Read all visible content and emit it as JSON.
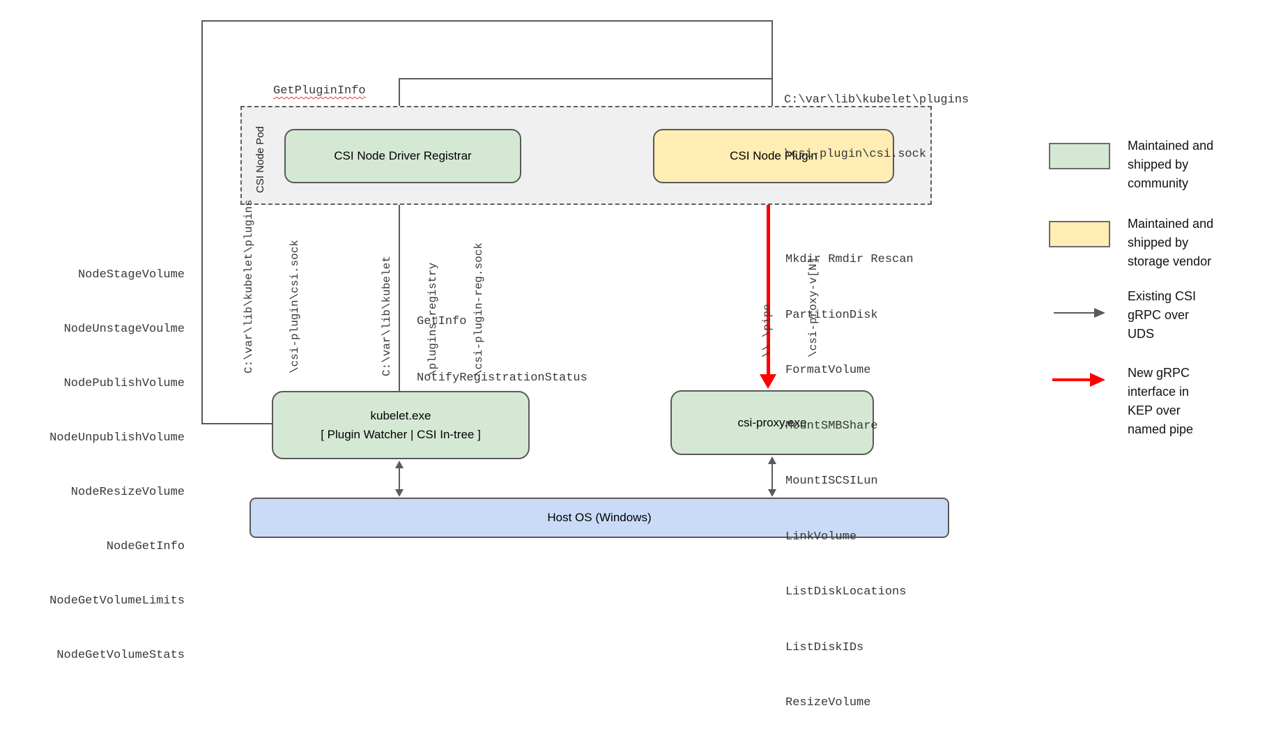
{
  "nodes": {
    "pod_label": "CSI Node Pod",
    "registrar": "CSI Node Driver Registrar",
    "plugin": "CSI Node Plugin",
    "kubelet_line1": "kubelet.exe",
    "kubelet_line2": "[ Plugin Watcher | CSI In-tree ]",
    "csi_proxy": "csi-proxy.exe",
    "host_os": "Host OS (Windows)"
  },
  "edge_labels": {
    "get_plugin_info": "GetPluginInfo",
    "plugin_socket": [
      "C:\\var\\lib\\kubelet\\plugins",
      "\\csi-plugin\\csi.sock"
    ],
    "kubelet_socket_vertical": [
      "C:\\var\\lib\\kubelet\\plugins",
      "\\csi-plugin\\csi.sock"
    ],
    "registration_socket_vertical": [
      "C:\\var\\lib\\kubelet",
      "\\plugins_registry",
      "\\csi-plugin-reg.sock"
    ],
    "named_pipe_vertical": [
      "\\\\.\\pipe",
      "\\csi-proxy-v[N]"
    ],
    "registration_calls": [
      "GetInfo",
      "NotifyRegistrationStatus"
    ],
    "csi_node_calls": [
      "NodeStageVolume",
      "NodeUnstageVoulme",
      "NodePublishVolume",
      "NodeUnpublishVolume",
      "NodeResizeVolume",
      "NodeGetInfo",
      "NodeGetVolumeLimits",
      "NodeGetVolumeStats"
    ],
    "proxy_calls": [
      "Mkdir Rmdir Rescan",
      "PartitionDisk",
      "FormatVolume",
      "MountSMBShare",
      "MountISCSILun",
      "LinkVolume",
      "ListDiskLocations",
      "ListDiskIDs",
      "ResizeVolume"
    ]
  },
  "legend": {
    "items": [
      {
        "swatch": "green-box",
        "label": [
          "Maintained and",
          "shipped by",
          "community"
        ]
      },
      {
        "swatch": "yellow-box",
        "label": [
          "Maintained and",
          "shipped by",
          "storage vendor"
        ]
      },
      {
        "swatch": "gray-arrow",
        "label": [
          "Existing CSI",
          "gRPC over",
          "UDS"
        ]
      },
      {
        "swatch": "red-arrow",
        "label": [
          "New gRPC",
          "interface in",
          "KEP over",
          "named pipe"
        ]
      }
    ]
  },
  "colors": {
    "community_green": "#d5e8d4",
    "vendor_yellow": "#ffedb3",
    "host_blue": "#c9dbf6",
    "pod_gray": "#f0f0f0",
    "line_gray": "#5a5a5a",
    "new_interface_red": "#fe0000"
  }
}
